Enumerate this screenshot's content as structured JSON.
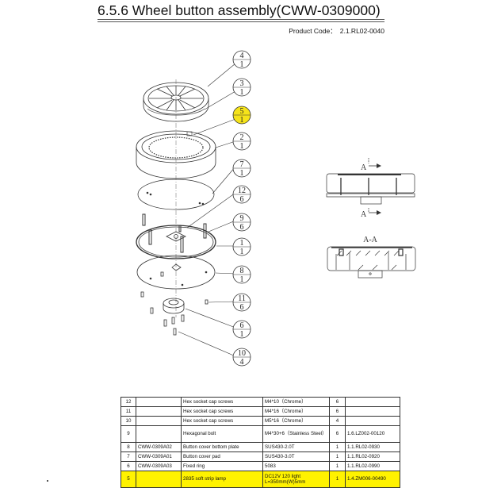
{
  "header": {
    "title": "6.5.6  Wheel button assembly(CWW-0309000)",
    "product_code_label": "Product Code：",
    "product_code_value": "2.1.RL02-0040"
  },
  "diagram": {
    "callouts": [
      {
        "item": "4",
        "qty": "1",
        "highlighted": false
      },
      {
        "item": "3",
        "qty": "1",
        "highlighted": false
      },
      {
        "item": "5",
        "qty": "1",
        "highlighted": true
      },
      {
        "item": "2",
        "qty": "1",
        "highlighted": false
      },
      {
        "item": "7",
        "qty": "1",
        "highlighted": false
      },
      {
        "item": "12",
        "qty": "6",
        "highlighted": false
      },
      {
        "item": "9",
        "qty": "6",
        "highlighted": false
      },
      {
        "item": "1",
        "qty": "1",
        "highlighted": false
      },
      {
        "item": "8",
        "qty": "1",
        "highlighted": false
      },
      {
        "item": "11",
        "qty": "6",
        "highlighted": false
      },
      {
        "item": "6",
        "qty": "1",
        "highlighted": false
      },
      {
        "item": "10",
        "qty": "4",
        "highlighted": false
      }
    ],
    "section_marker_top": "A",
    "section_marker_bottom": "A",
    "section_view_label": "A-A",
    "highlight_color": "#f5e31a"
  },
  "bom": {
    "rows": [
      {
        "no": "12",
        "code": "",
        "name": "Hex socket cap screws",
        "material": "M4*10（Chrome）",
        "qty": "6",
        "part_code": ""
      },
      {
        "no": "11",
        "code": "",
        "name": "Hex socket cap screws",
        "material": "M4*16（Chrome）",
        "qty": "6",
        "part_code": ""
      },
      {
        "no": "10",
        "code": "",
        "name": "Hex socket cap screws",
        "material": "M5*16（Chrome）",
        "qty": "4",
        "part_code": ""
      },
      {
        "no": "9",
        "code": "",
        "name": "Hexagonal bolt",
        "material": "M4*30+6（Stainless Steel）",
        "qty": "6",
        "part_code": "1.6.LZ002-00120"
      },
      {
        "no": "8",
        "code": "CWW-0309A02",
        "name": "Button cover bottom plate",
        "material": "SUS430-2.0T",
        "qty": "1",
        "part_code": "1.1.RL02-0930"
      },
      {
        "no": "7",
        "code": "CWW-0309A01",
        "name": "Button cover pad",
        "material": "SUS430-3.0T",
        "qty": "1",
        "part_code": "1.1.RL02-0920"
      },
      {
        "no": "6",
        "code": "CWW-0309A03",
        "name": "Fixed ring",
        "material": "5083",
        "qty": "1",
        "part_code": "1.1.RL02-0990"
      },
      {
        "no": "5",
        "code": "",
        "name": "2835 soft strip lamp",
        "material": "DC12V 120 light L=350mm(W)5mm",
        "qty": "1",
        "part_code": "1.4.ZM006-00490"
      }
    ],
    "highlight_color": "#fff200"
  }
}
